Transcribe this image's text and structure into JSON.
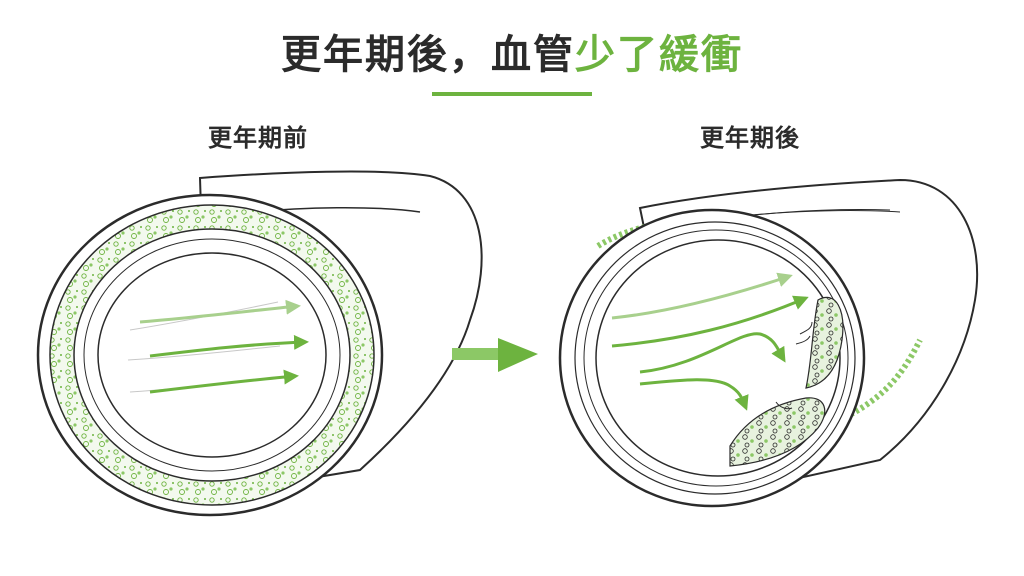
{
  "header": {
    "title_main": "更年期後，血管",
    "title_accent": "少了緩衝",
    "accent_color": "#6db33f"
  },
  "panels": {
    "before_label": "更年期前",
    "after_label": "更年期後"
  },
  "colors": {
    "ink": "#2b2b2b",
    "green": "#6db33f",
    "light_green": "#a8d08d"
  },
  "icons": {
    "transition_arrow": "right-arrow-icon"
  }
}
